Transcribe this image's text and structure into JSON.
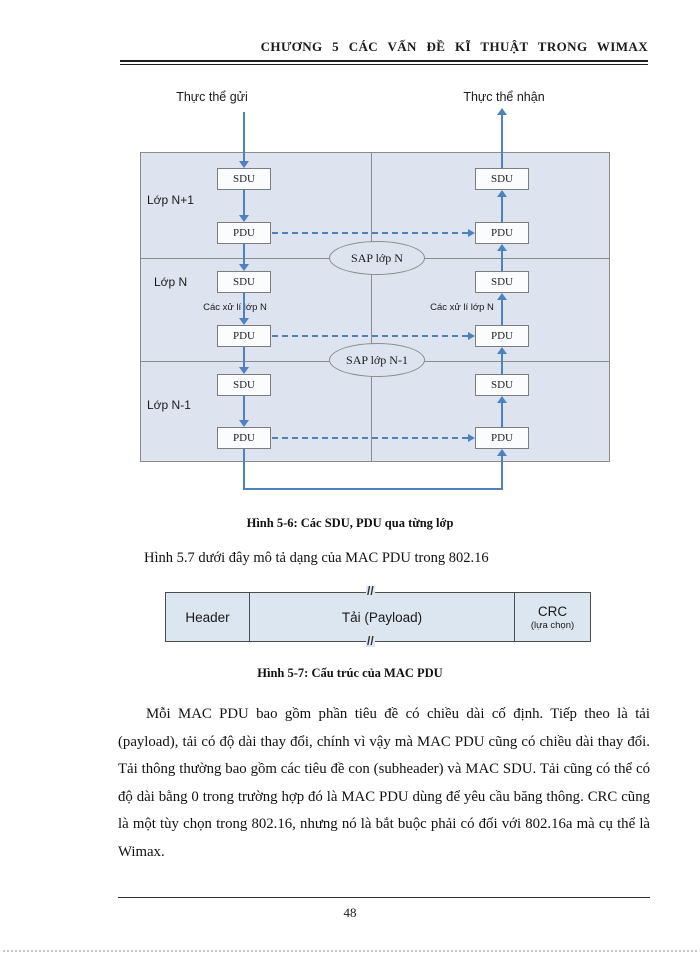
{
  "header": {
    "chapter_title": "CHƯƠNG 5 CÁC VẤN ĐỀ KĨ THUẬT TRONG WIMAX"
  },
  "figure_sdu_pdu": {
    "sender_label": "Thực thể gửi",
    "receiver_label": "Thực thể nhận",
    "layers": [
      {
        "label": "Lớp N+1"
      },
      {
        "label": "Lớp N"
      },
      {
        "label": "Lớp N-1"
      }
    ],
    "sdu": "SDU",
    "pdu": "PDU",
    "sap_n": "SAP lớp N",
    "sap_n_minus_1": "SAP lớp N-1",
    "processing_left": "Các xử lí lớp N",
    "processing_right": "Các xử lí lớp N",
    "caption": "Hình 5-6: Các SDU, PDU qua từng lớp"
  },
  "intro_paragraph": "Hình 5.7 dưới đây mô tả dạng của MAC PDU trong 802.16",
  "figure_mac_pdu": {
    "header_cell": "Header",
    "payload_cell": "Tải (Payload)",
    "crc_cell": "CRC",
    "crc_note": "(lựa chọn)",
    "break_mark": "//",
    "caption": "Hình 5-7: Cấu trúc của MAC PDU"
  },
  "body_paragraph": "Mỗi MAC PDU bao gồm phần tiêu đề có chiều dài cố định. Tiếp theo là tải (payload), tải có độ dài thay đổi, chính vì vậy mà MAC PDU cũng có chiều dài thay đổi. Tải thông thường bao gồm các tiêu đề con (subheader) và MAC SDU. Tải cũng có thể có độ dài bằng 0 trong trường hợp đó là MAC PDU dùng để yêu cầu băng thông. CRC cũng là một tùy chọn trong 802.16, nhưng nó là bắt buộc phải có đối với 802.16a mà cụ thể là Wimax.",
  "footer": {
    "page_number": "48"
  },
  "colors": {
    "diagram_fill": "#dde4f0",
    "figure2_fill": "#dce6f1",
    "arrow_blue": "#4f81bd",
    "box_border": "#7d7d7d"
  }
}
